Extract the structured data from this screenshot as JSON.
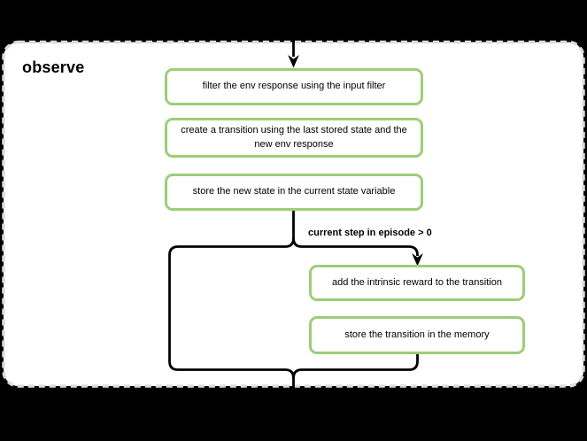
{
  "panel": {
    "title": "observe"
  },
  "nodes": [
    {
      "id": "filter-env-response",
      "label": "filter the env response using the input filter"
    },
    {
      "id": "create-transition",
      "label": "create a transition using the last stored state and the new env response"
    },
    {
      "id": "store-new-state",
      "label": "store the new state in the current state variable"
    },
    {
      "id": "add-intrinsic-reward",
      "label": "add the intrinsic reward to the transition"
    },
    {
      "id": "store-transition",
      "label": "store the transition in the memory"
    }
  ],
  "condition": {
    "label": "current step in episode > 0"
  },
  "colors": {
    "background": "#000000",
    "panel_fill": "#ffffff",
    "panel_border": "#dcdcdc",
    "node_border": "#9dcd78",
    "node_fill": "#ffffff",
    "flow_line": "#000000",
    "text": "#000000"
  }
}
